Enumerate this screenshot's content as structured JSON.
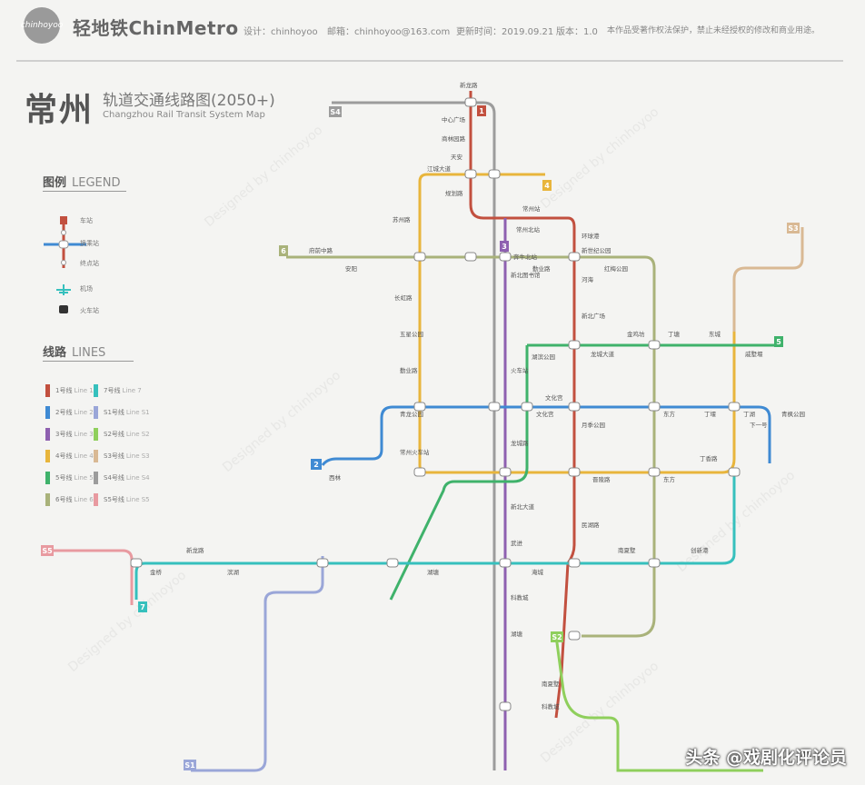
{
  "header": {
    "logo_text": "chinhoyoo",
    "brand": "轻地铁ChinMetro",
    "designer": "设计：chinhoyoo",
    "email": "邮箱：chinhoyoo@163.com",
    "updated": "更新时间：2019.09.21",
    "version": "版本：1.0",
    "copyright": "本作品受著作权法保护，禁止未经授权的修改和商业用途。"
  },
  "title": {
    "main": "常州",
    "sub": "轨道交通线路图(2050+)",
    "en": "Changzhou Rail Transit System Map"
  },
  "legend": {
    "title": "图例",
    "title_en": "LEGEND",
    "items": [
      "车站",
      "换乘站",
      "终点站",
      "机场",
      "火车站"
    ]
  },
  "lines_section": {
    "title": "线路",
    "title_en": "LINES",
    "lines": [
      {
        "name": "1号线",
        "en": "Line 1",
        "color": "#c2503f"
      },
      {
        "name": "2号线",
        "en": "Line 2",
        "color": "#3f8ad3"
      },
      {
        "name": "3号线",
        "en": "Line 3",
        "color": "#8e60b0"
      },
      {
        "name": "4号线",
        "en": "Line 4",
        "color": "#e8b53c"
      },
      {
        "name": "5号线",
        "en": "Line 5",
        "color": "#3fb26b"
      },
      {
        "name": "6号线",
        "en": "Line 6",
        "color": "#a9b27a"
      },
      {
        "name": "7号线",
        "en": "Line 7",
        "color": "#36c0bd"
      },
      {
        "name": "S1号线",
        "en": "Line S1",
        "color": "#9aa6d8"
      },
      {
        "name": "S2号线",
        "en": "Line S2",
        "color": "#8fcf5c"
      },
      {
        "name": "S3号线",
        "en": "Line S3",
        "color": "#d9b994"
      },
      {
        "name": "S4号线",
        "en": "Line S4",
        "color": "#9c9c9c"
      },
      {
        "name": "S5号线",
        "en": "Line S5",
        "color": "#e89aa0"
      }
    ]
  },
  "map_labels": {
    "line1": [
      "新龙路",
      "中心广场",
      "商林园路",
      "天安",
      "规划路",
      "常州站",
      "常州北站",
      "环球港",
      "新世纪公园",
      "河海",
      "新北广场",
      "月季公园",
      "民湖路",
      "文化宫",
      "科教城",
      "南夏墅"
    ],
    "line2": [
      "西林",
      "青龙公园",
      "文化宫",
      "东方",
      "丁堰",
      "丁湖",
      "下一号",
      "青枫公园"
    ],
    "line3": [
      "奔牛北站",
      "新北图书馆",
      "火车站",
      "龙城路",
      "新北大道",
      "武进",
      "科教城",
      "湖塘"
    ],
    "line4": [
      "江城大道",
      "苏州路",
      "长虹路",
      "五星公园",
      "勤业路",
      "常州火车站",
      "晋陵路",
      "东方",
      "丁香路"
    ],
    "line5": [
      "湖滨公园",
      "龙城大道",
      "金鸡坊",
      "丁塘",
      "东城",
      "戚墅堰"
    ],
    "line6": [
      "府前中路",
      "安阳",
      "勤业路",
      "红梅公园"
    ],
    "line7": [
      "金桥",
      "新龙路",
      "滨湖",
      "湖塘",
      "淹城",
      "南夏墅",
      "创新港"
    ],
    "badges": [
      "1",
      "2",
      "3",
      "4",
      "5",
      "6",
      "7",
      "S1",
      "S2",
      "S3",
      "S4",
      "S5"
    ],
    "watermark_text": "Designed by chinhoyoo"
  },
  "footer": {
    "watermark": "头条 @戏剧化评论员"
  }
}
